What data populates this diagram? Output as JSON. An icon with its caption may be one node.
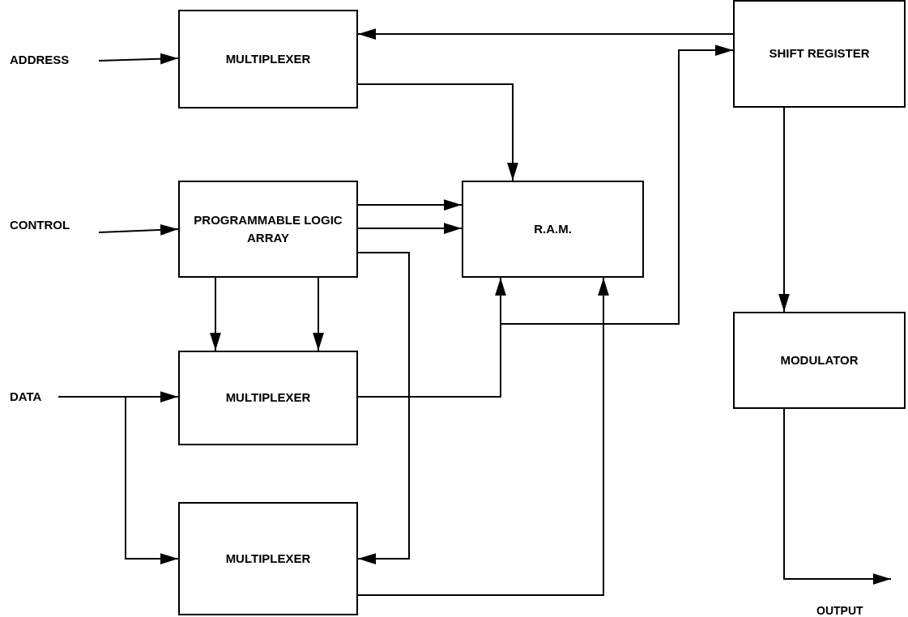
{
  "diagram": {
    "nodes": [
      {
        "text": [
          "ADDRESS"
        ]
      },
      {
        "text": [
          "MULTIPLEXER"
        ]
      },
      {
        "text": [
          "SHIFT REGISTER"
        ]
      },
      {
        "text": [
          "CONTROL"
        ]
      },
      {
        "text": [
          "PROGRAMMABLE LOGIC ARRAY"
        ]
      },
      {
        "text": [
          "R.A.M."
        ]
      },
      {
        "text": [
          "MODULATOR"
        ]
      },
      {
        "text": [
          "DATA"
        ]
      },
      {
        "text": [
          "MULTIPLEXER"
        ]
      },
      {
        "text": [
          "MULTIPLEXER"
        ]
      }
    ],
    "edges": [
      {
        "from": 0,
        "to": 1,
        "arrow": "to"
      },
      {
        "from": 2,
        "to": 1,
        "arrow": "to"
      },
      {
        "from": 1,
        "to": 5,
        "arrow": "to"
      },
      {
        "from": 3,
        "to": 4,
        "arrow": "to"
      },
      {
        "from": 4,
        "to": 5,
        "arrow": "to"
      },
      {
        "from": 4,
        "to": 5,
        "arrow": "to"
      },
      {
        "from": 4,
        "to": 8,
        "arrow": "to"
      },
      {
        "from": 4,
        "to": 8,
        "arrow": "to"
      },
      {
        "from": 4,
        "to": 9,
        "arrow": "to"
      },
      {
        "from": 7,
        "to": 8,
        "arrow": "to"
      },
      {
        "from": 7,
        "to": 9,
        "arrow": "to"
      },
      {
        "from": 8,
        "to": 5,
        "arrow": "to"
      },
      {
        "from": 8,
        "to": 2,
        "arrow": "to"
      },
      {
        "from": 9,
        "to": 5,
        "arrow": "to"
      },
      {
        "from": 2,
        "to": 6,
        "arrow": "to"
      },
      {
        "from": 6,
        "to": null,
        "arrow": "to"
      }
    ],
    "labels": [
      "OUTPUT"
    ]
  }
}
